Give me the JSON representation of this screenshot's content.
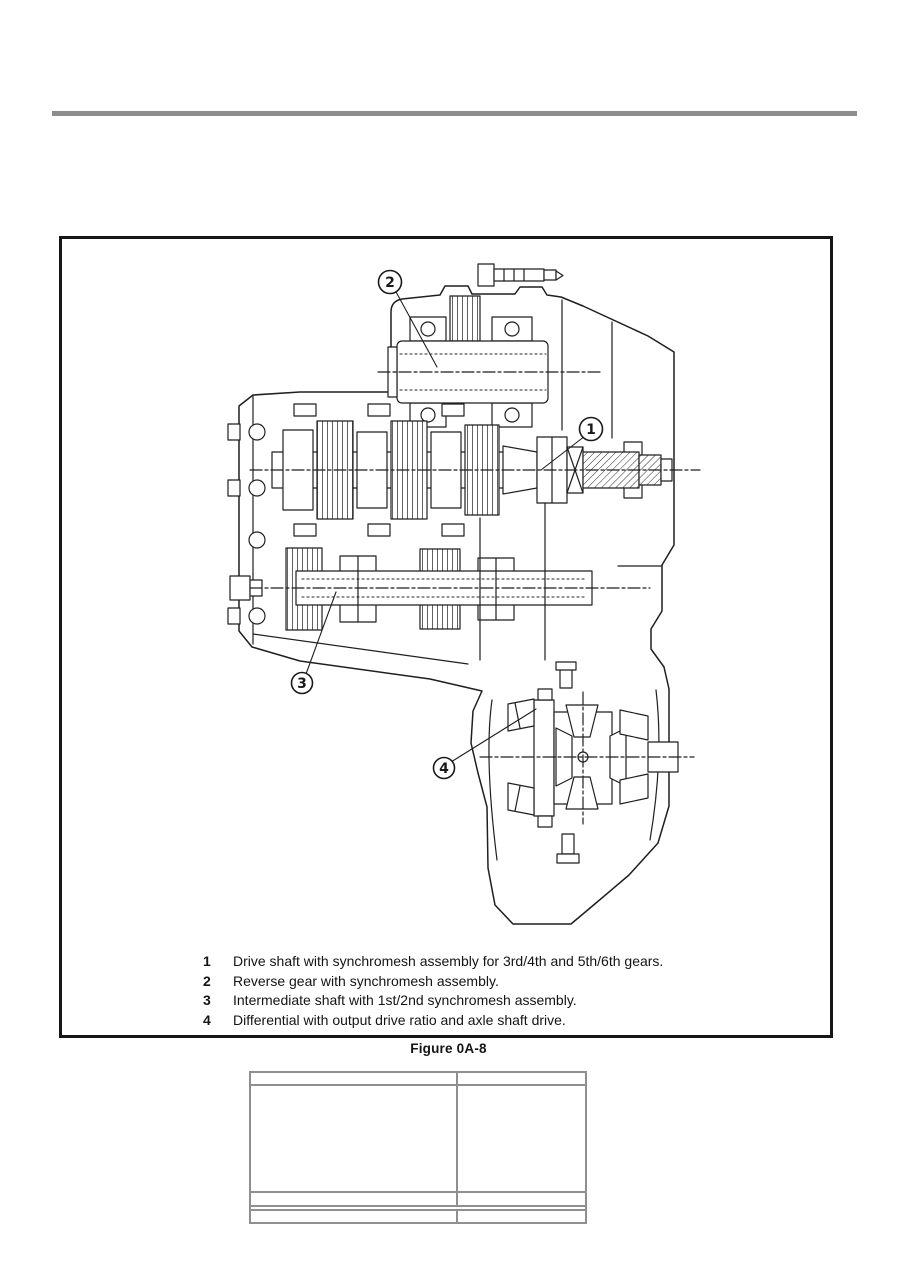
{
  "page": {
    "background_color": "#ffffff",
    "ink_color": "#1a1a1a",
    "rule_color": "#8c8c8c",
    "table_border_color": "#8f8f8f"
  },
  "figure": {
    "caption": "Figure 0A-8",
    "callouts": [
      "1",
      "2",
      "3",
      "4"
    ],
    "legend": [
      {
        "num": "1",
        "text": "Drive shaft with synchromesh assembly for 3rd/4th and 5th/6th gears."
      },
      {
        "num": "2",
        "text": "Reverse gear with synchromesh assembly."
      },
      {
        "num": "3",
        "text": "Intermediate shaft with 1st/2nd synchromesh assembly."
      },
      {
        "num": "4",
        "text": "Differential with output drive ratio and axle shaft drive."
      }
    ]
  },
  "table": {
    "rows": [
      [
        "",
        ""
      ],
      [
        "",
        ""
      ],
      [
        "",
        ""
      ],
      [
        "",
        ""
      ]
    ]
  }
}
